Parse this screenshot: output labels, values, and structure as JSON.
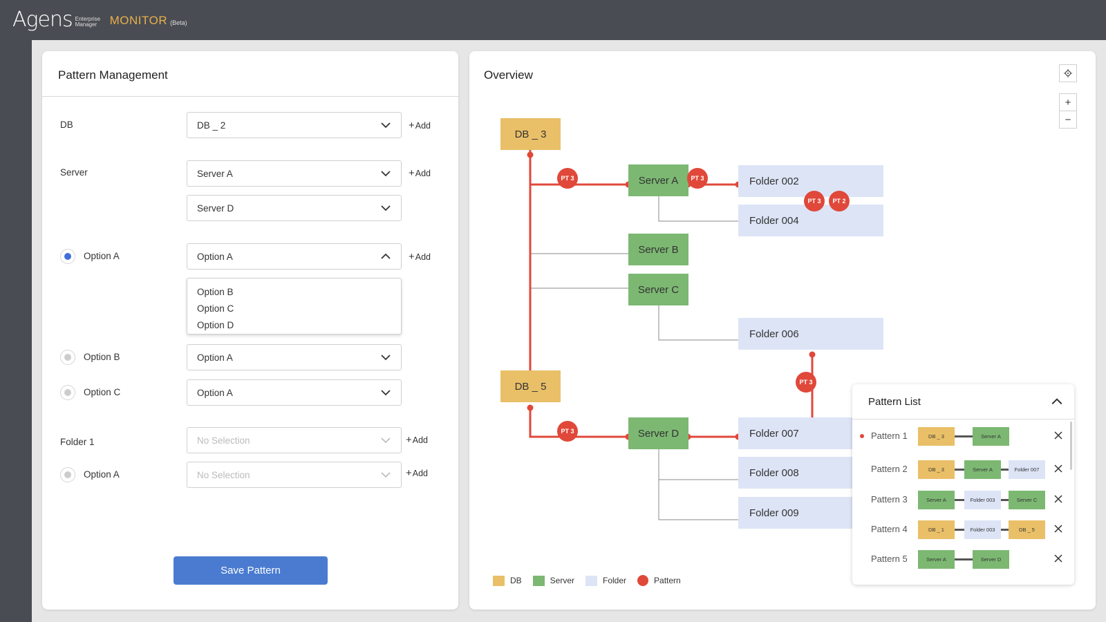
{
  "brand": {
    "name": "Agens",
    "sub": "Enterprise Manager",
    "product": "MONITOR",
    "tag": "(Beta)"
  },
  "pattern_management": {
    "title": "Pattern Management",
    "db_label": "DB",
    "db_value": "DB _ 2",
    "server_label": "Server",
    "server_values": [
      "Server A",
      "Server D"
    ],
    "add_label": "Add",
    "options": [
      {
        "label": "Option A",
        "value": "Option A",
        "checked": true
      },
      {
        "label": "Option B",
        "value": "Option A",
        "checked": false
      },
      {
        "label": "Option C",
        "value": "Option A",
        "checked": false
      }
    ],
    "dropdown_items": [
      "Option B",
      "Option C",
      "Option D"
    ],
    "folder_label": "Folder 1",
    "folder_value": "No Selection",
    "folder_option_label": "Option A",
    "folder_option_value": "No Selection",
    "save_label": "Save Pattern"
  },
  "overview": {
    "title": "Overview",
    "zoom_in": "+",
    "zoom_out": "−",
    "nodes": {
      "db3": "DB _ 3",
      "db5": "DB _ 5",
      "serverA": "Server A",
      "serverB": "Server B",
      "serverC": "Server C",
      "serverD": "Server D",
      "folder002": "Folder 002",
      "folder004": "Folder 004",
      "folder006": "Folder 006",
      "folder007": "Folder 007",
      "folder008": "Folder 008",
      "folder009": "Folder 009"
    },
    "pattern_badges": {
      "b1": "PT 3",
      "b2": "PT 3",
      "b3": "PT 3",
      "b4": "PT 2",
      "b5": "PT 3",
      "b6": "PT 3"
    },
    "legend": {
      "db": "DB",
      "server": "Server",
      "folder": "Folder",
      "pattern": "Pattern"
    },
    "colors": {
      "db": "#e9bf68",
      "server": "#7cb872",
      "folder": "#dde4f6",
      "pattern": "#e0483a"
    }
  },
  "pattern_list": {
    "title": "Pattern List",
    "patterns": [
      {
        "name": "Pattern 1",
        "active": true,
        "nodes": [
          "DB _ 3",
          "Server A"
        ]
      },
      {
        "name": "Pattern 2",
        "active": false,
        "nodes": [
          "DB _ 3",
          "Server A",
          "Folder 007"
        ]
      },
      {
        "name": "Pattern 3",
        "active": false,
        "nodes": [
          "Server A",
          "Folder 003",
          "Server C"
        ]
      },
      {
        "name": "Pattern 4",
        "active": false,
        "nodes": [
          "DB _ 1",
          "Folder 003",
          "DB _ 5"
        ]
      },
      {
        "name": "Pattern 5",
        "active": false,
        "nodes": [
          "Server A",
          "Server D"
        ]
      }
    ]
  }
}
